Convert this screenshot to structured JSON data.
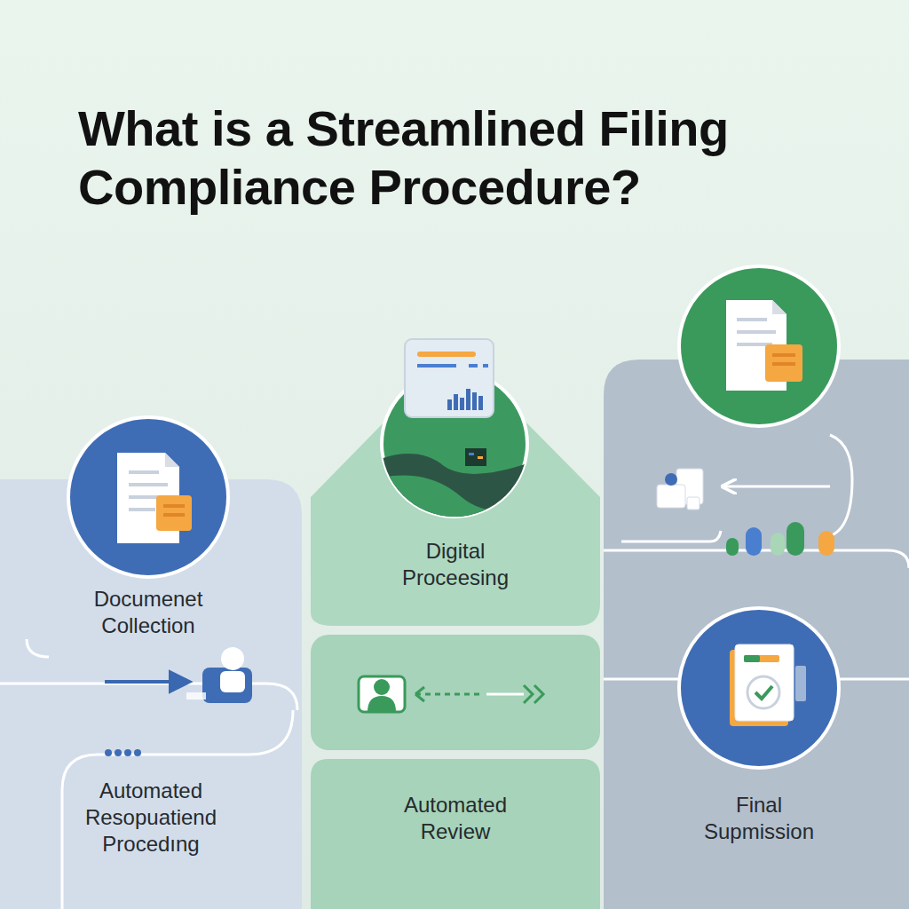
{
  "diagram": {
    "title": "What is a Streamlined Filing Compliance Procedure?",
    "nodes": [
      {
        "text": [
          "Documenet Collection"
        ]
      },
      {
        "text": [
          "Digital Proceesing"
        ]
      },
      {
        "text": [
          "Automated Resopuatiend Procedıng"
        ]
      },
      {
        "text": [
          "Automated Review"
        ]
      },
      {
        "text": [
          "Final Supmission"
        ]
      }
    ]
  }
}
